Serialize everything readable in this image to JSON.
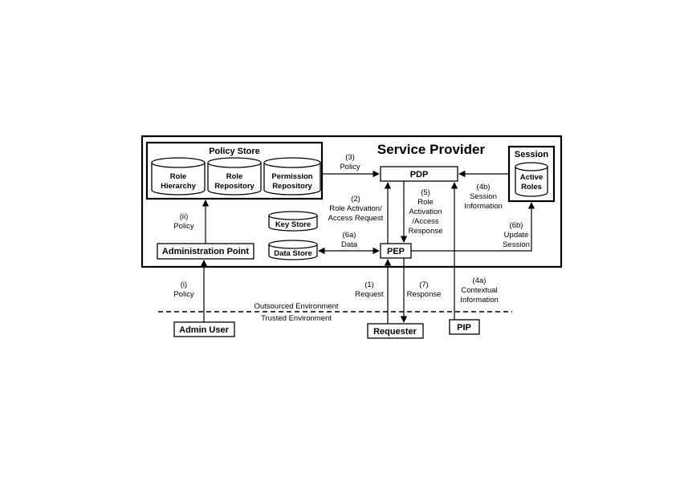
{
  "diagram": {
    "service_provider": "Service Provider",
    "policy_store": {
      "title": "Policy Store",
      "cylinders": [
        {
          "line1": "Role",
          "line2": "Hierarchy"
        },
        {
          "line1": "Role",
          "line2": "Repository"
        },
        {
          "line1": "Permission",
          "line2": "Repository"
        }
      ]
    },
    "session": {
      "title": "Session",
      "cylinder": {
        "line1": "Active",
        "line2": "Roles"
      }
    },
    "pdp": "PDP",
    "pep": "PEP",
    "key_store": "Key Store",
    "data_store": "Data Store",
    "admin_point": "Administration Point",
    "admin_user": "Admin User",
    "requester": "Requester",
    "pip": "PIP",
    "env_outsourced": "Outsourced Environment",
    "env_trusted": "Trusted Environment",
    "labels": {
      "l3": [
        "(3)",
        "Policy"
      ],
      "l2": [
        "(2)",
        "Role Activation/",
        "Access Request"
      ],
      "l5": [
        "(5)",
        "Role",
        "Activation",
        "/Access",
        "Response"
      ],
      "l4b": [
        "(4b)",
        "Session",
        "Information"
      ],
      "l6b": [
        "(6b)",
        "Update",
        "Session"
      ],
      "lii": [
        "(ii)",
        "Policy"
      ],
      "l6a": [
        "(6a)",
        "Data"
      ],
      "li": [
        "(i)",
        "Policy"
      ],
      "l1": [
        "(1)",
        "Request"
      ],
      "l7": [
        "(7)",
        "Response"
      ],
      "l4a": [
        "(4a)",
        "Contextual",
        "Information"
      ]
    }
  }
}
